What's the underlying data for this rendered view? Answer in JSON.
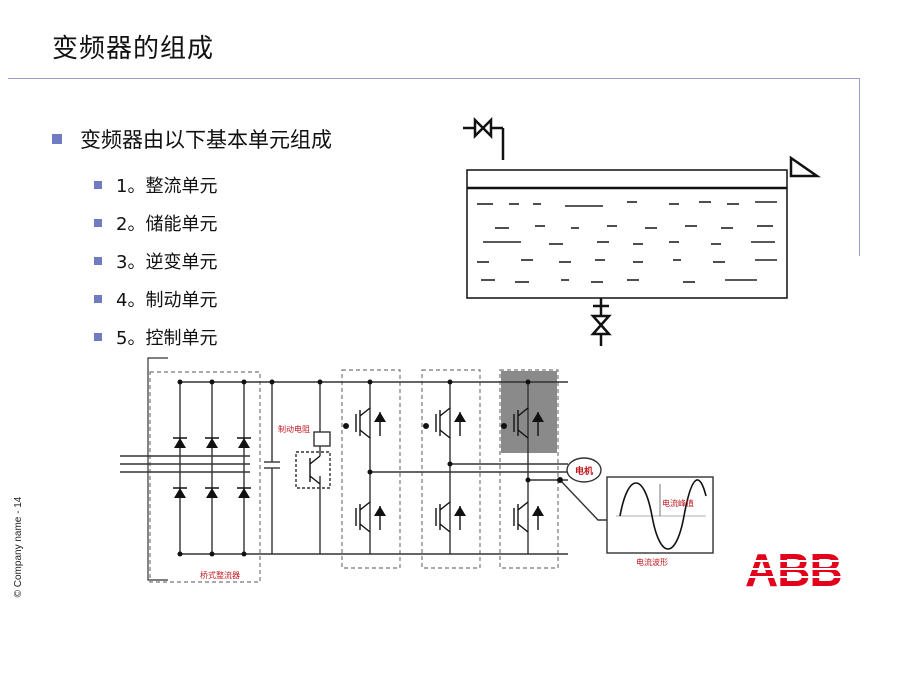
{
  "slide": {
    "title": "变频器的组成",
    "main_bullet": "变频器由以下基本单元组成",
    "sub_bullets": [
      "1。整流单元",
      "2。储能单元",
      "3。逆变单元",
      "4。制动单元",
      "5。控制单元"
    ],
    "footer": "© Company name  -  14",
    "logo_text": "ABB"
  },
  "diagram": {
    "rectifier_label": "桥式整流器",
    "brake_resistor_label": "制动电阻",
    "motor_label": "电机",
    "waveform_label": "电流波形",
    "peak_label": "电流峰值"
  },
  "colors": {
    "bullet": "#6f7cc2",
    "rule": "#9aa0c8",
    "logo": "#e2001a",
    "diagram_label": "#c0181e",
    "shaded_block": "#8a8a8a"
  }
}
